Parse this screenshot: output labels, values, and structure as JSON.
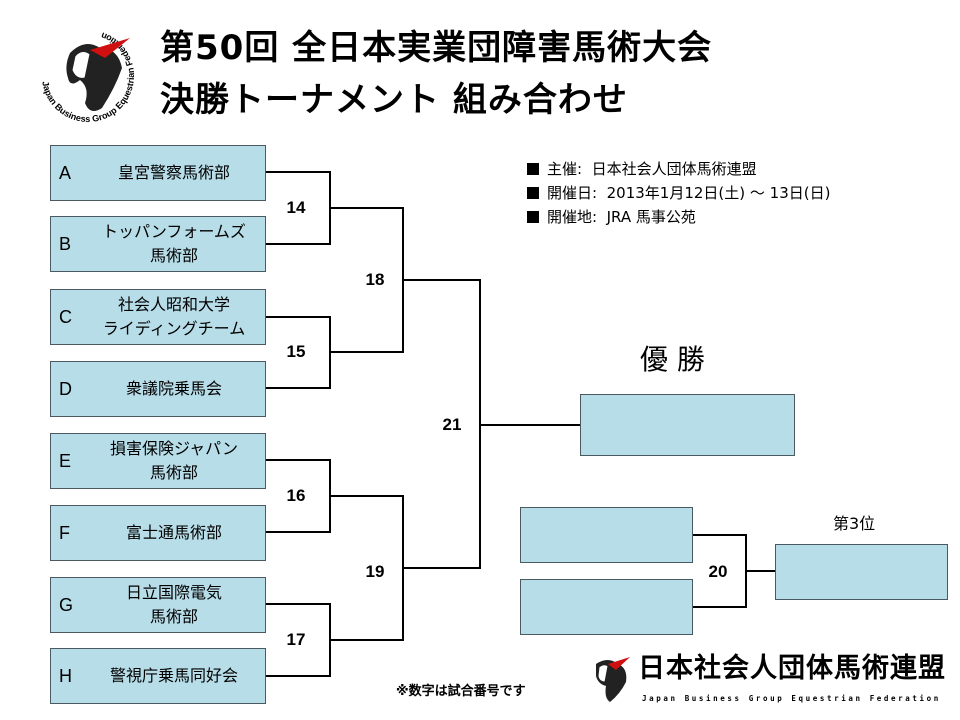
{
  "logo": {
    "text": "Japan Business Group Equestrian Federation",
    "accent": "#d01010"
  },
  "title": {
    "line1": "第50回 全日本実業団障害馬術大会",
    "line2": "決勝トーナメント 組み合わせ"
  },
  "info": [
    {
      "label": "主催:",
      "value": "日本社会人団体馬術連盟"
    },
    {
      "label": "開催日:",
      "value": "2013年1月12日(土) ～ 13日(日)"
    },
    {
      "label": "開催地:",
      "value": "JRA 馬事公苑"
    }
  ],
  "teams": [
    {
      "letter": "A",
      "name": "皇宮警察馬術部"
    },
    {
      "letter": "B",
      "name": "トッパンフォームズ\n馬術部"
    },
    {
      "letter": "C",
      "name": "社会人昭和大学\nライディングチーム"
    },
    {
      "letter": "D",
      "name": "衆議院乗馬会"
    },
    {
      "letter": "E",
      "name": "損害保険ジャパン\n馬術部"
    },
    {
      "letter": "F",
      "name": "富士通馬術部"
    },
    {
      "letter": "G",
      "name": "日立国際電気\n馬術部"
    },
    {
      "letter": "H",
      "name": "警視庁乗馬同好会"
    }
  ],
  "matches": {
    "m14": "14",
    "m15": "15",
    "m16": "16",
    "m17": "17",
    "m18": "18",
    "m19": "19",
    "m20": "20",
    "m21": "21"
  },
  "champion_label": "優 勝",
  "third_label": "第3位",
  "footnote": "※数字は試合番号です",
  "footer_logo": {
    "name": "日本社会人団体馬術連盟",
    "sub": "Japan Business Group Equestrian Federation"
  },
  "colors": {
    "box": "#b7dde8",
    "line": "#000000"
  }
}
